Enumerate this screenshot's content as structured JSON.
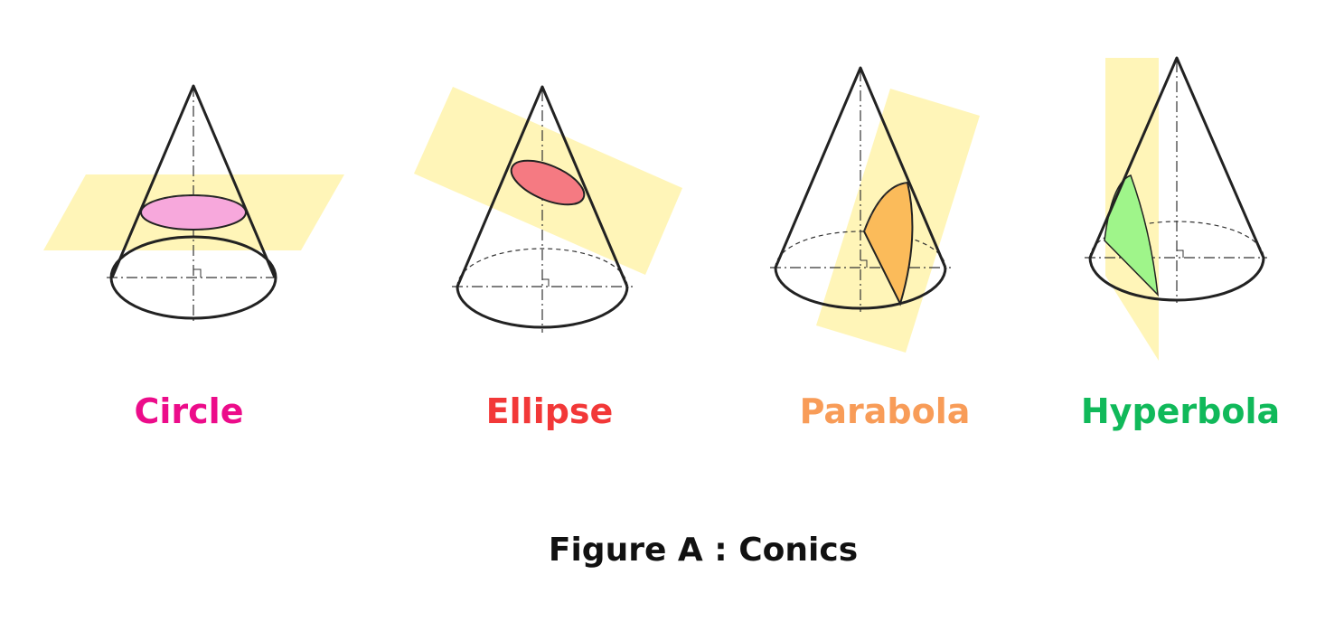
{
  "figure": {
    "caption": "Figure A : Conics",
    "panels": [
      {
        "id": "circle",
        "label": "Circle",
        "label_color": "#ec0c8a",
        "section_color": "#f7a8dc",
        "plane_color": "#fff5b8"
      },
      {
        "id": "ellipse",
        "label": "Ellipse",
        "label_color": "#f23838",
        "section_color": "#f57a82",
        "plane_color": "#fff5b8"
      },
      {
        "id": "parabola",
        "label": "Parabola",
        "label_color": "#f89c58",
        "section_color": "#fbbb5a",
        "plane_color": "#fff5b8"
      },
      {
        "id": "hyperbola",
        "label": "Hyperbola",
        "label_color": "#10b95a",
        "section_color": "#9ff58a",
        "plane_color": "#fff5b8"
      }
    ]
  }
}
